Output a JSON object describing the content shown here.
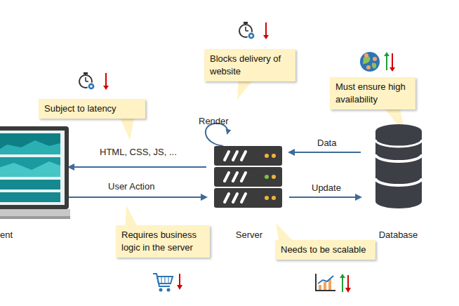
{
  "diagram": {
    "nodes": [
      {
        "text": [
          "ent"
        ]
      },
      {
        "text": [
          "Server"
        ]
      },
      {
        "text": [
          "Database"
        ]
      },
      {
        "text": [
          "Subject to latency"
        ]
      },
      {
        "text": [
          "Blocks delivery of website"
        ]
      },
      {
        "text": [
          "Must ensure high availability"
        ]
      },
      {
        "text": [
          "Requires business logic in the server"
        ]
      },
      {
        "text": [
          "Needs to be scalable"
        ]
      }
    ],
    "edges": [
      {
        "from": 1,
        "to": 0,
        "label": "HTML, CSS, JS, ...",
        "arrow": "to"
      },
      {
        "from": 0,
        "to": 1,
        "label": "User Action",
        "arrow": "to"
      },
      {
        "from": 2,
        "to": 1,
        "label": "Data",
        "arrow": "to"
      },
      {
        "from": 1,
        "to": 2,
        "label": "Update",
        "arrow": "to"
      }
    ],
    "labels": [
      "Render"
    ]
  }
}
